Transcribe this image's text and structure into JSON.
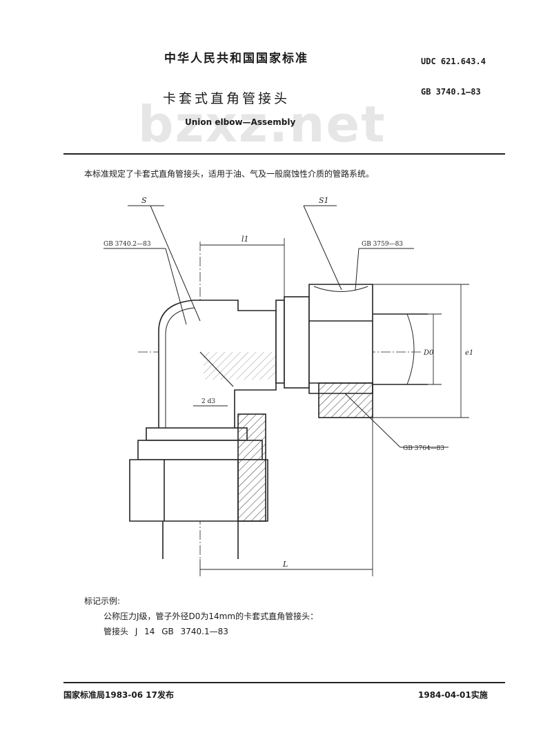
{
  "header": {
    "org": "中华人民共和国国家标准",
    "udc": "UDC 621.643.4",
    "title_cn": "卡套式直角管接头",
    "standard_no": "GB 3740.1—83",
    "title_en": "Union elbow—Assembly",
    "watermark": "bzxz.net"
  },
  "intro": "本标准规定了卡套式直角管接头，适用于油、气及一般腐蚀性介质的管路系统。",
  "drawing": {
    "label_s": "S",
    "label_s1": "S1",
    "ref_body": "GB 3740.2—83",
    "ref_nut": "GB 3759—83",
    "ref_ferrule": "GB 3764—83",
    "dim_l1": "l1",
    "dim_l": "L",
    "dim_d0": "D0",
    "dim_e1": "e1",
    "dim_d3": "2  d3"
  },
  "marking": {
    "title": "标记示例:",
    "desc": "公称压力J级，管子外径D0为14mm的卡套式直角管接头：",
    "code": "管接头  J 14  GB 3740.1—83"
  },
  "footer": {
    "issued": "国家标准局1983-06 17发布",
    "effective": "1984-04-01实施"
  }
}
